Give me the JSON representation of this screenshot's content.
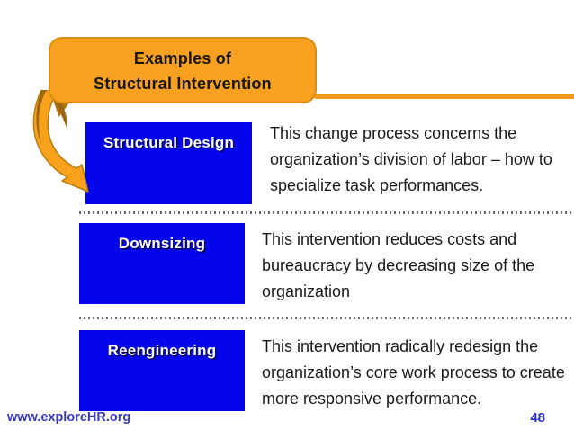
{
  "slide": {
    "title": {
      "line1": "Examples of",
      "line2": "Structural Intervention"
    },
    "sections": [
      {
        "label": "Structural Design",
        "description": "This change process concerns the organization’s division of labor – how to specialize task performances."
      },
      {
        "label": "Downsizing",
        "description": "This intervention reduces costs and bureaucracy by decreasing size of the organization"
      },
      {
        "label": "Reengineering",
        "description": "This intervention radically redesign the organization’s core work process to create more responsive performance."
      }
    ],
    "footer": {
      "website": "www.exploreHR.org",
      "page_number": "48"
    },
    "icons": {
      "arrow": "curved-arrow-icon"
    },
    "colors": {
      "accent_orange": "#F8A01F",
      "accent_line_orange": "#F5991B",
      "box_blue": "#0505EC",
      "title_text": "#161616",
      "body_text": "#1A1A1A",
      "link_blue": "#3A3AB8",
      "page_number_blue": "#2B2BCF",
      "dotted_line_gray": "#6B6B6B"
    }
  }
}
